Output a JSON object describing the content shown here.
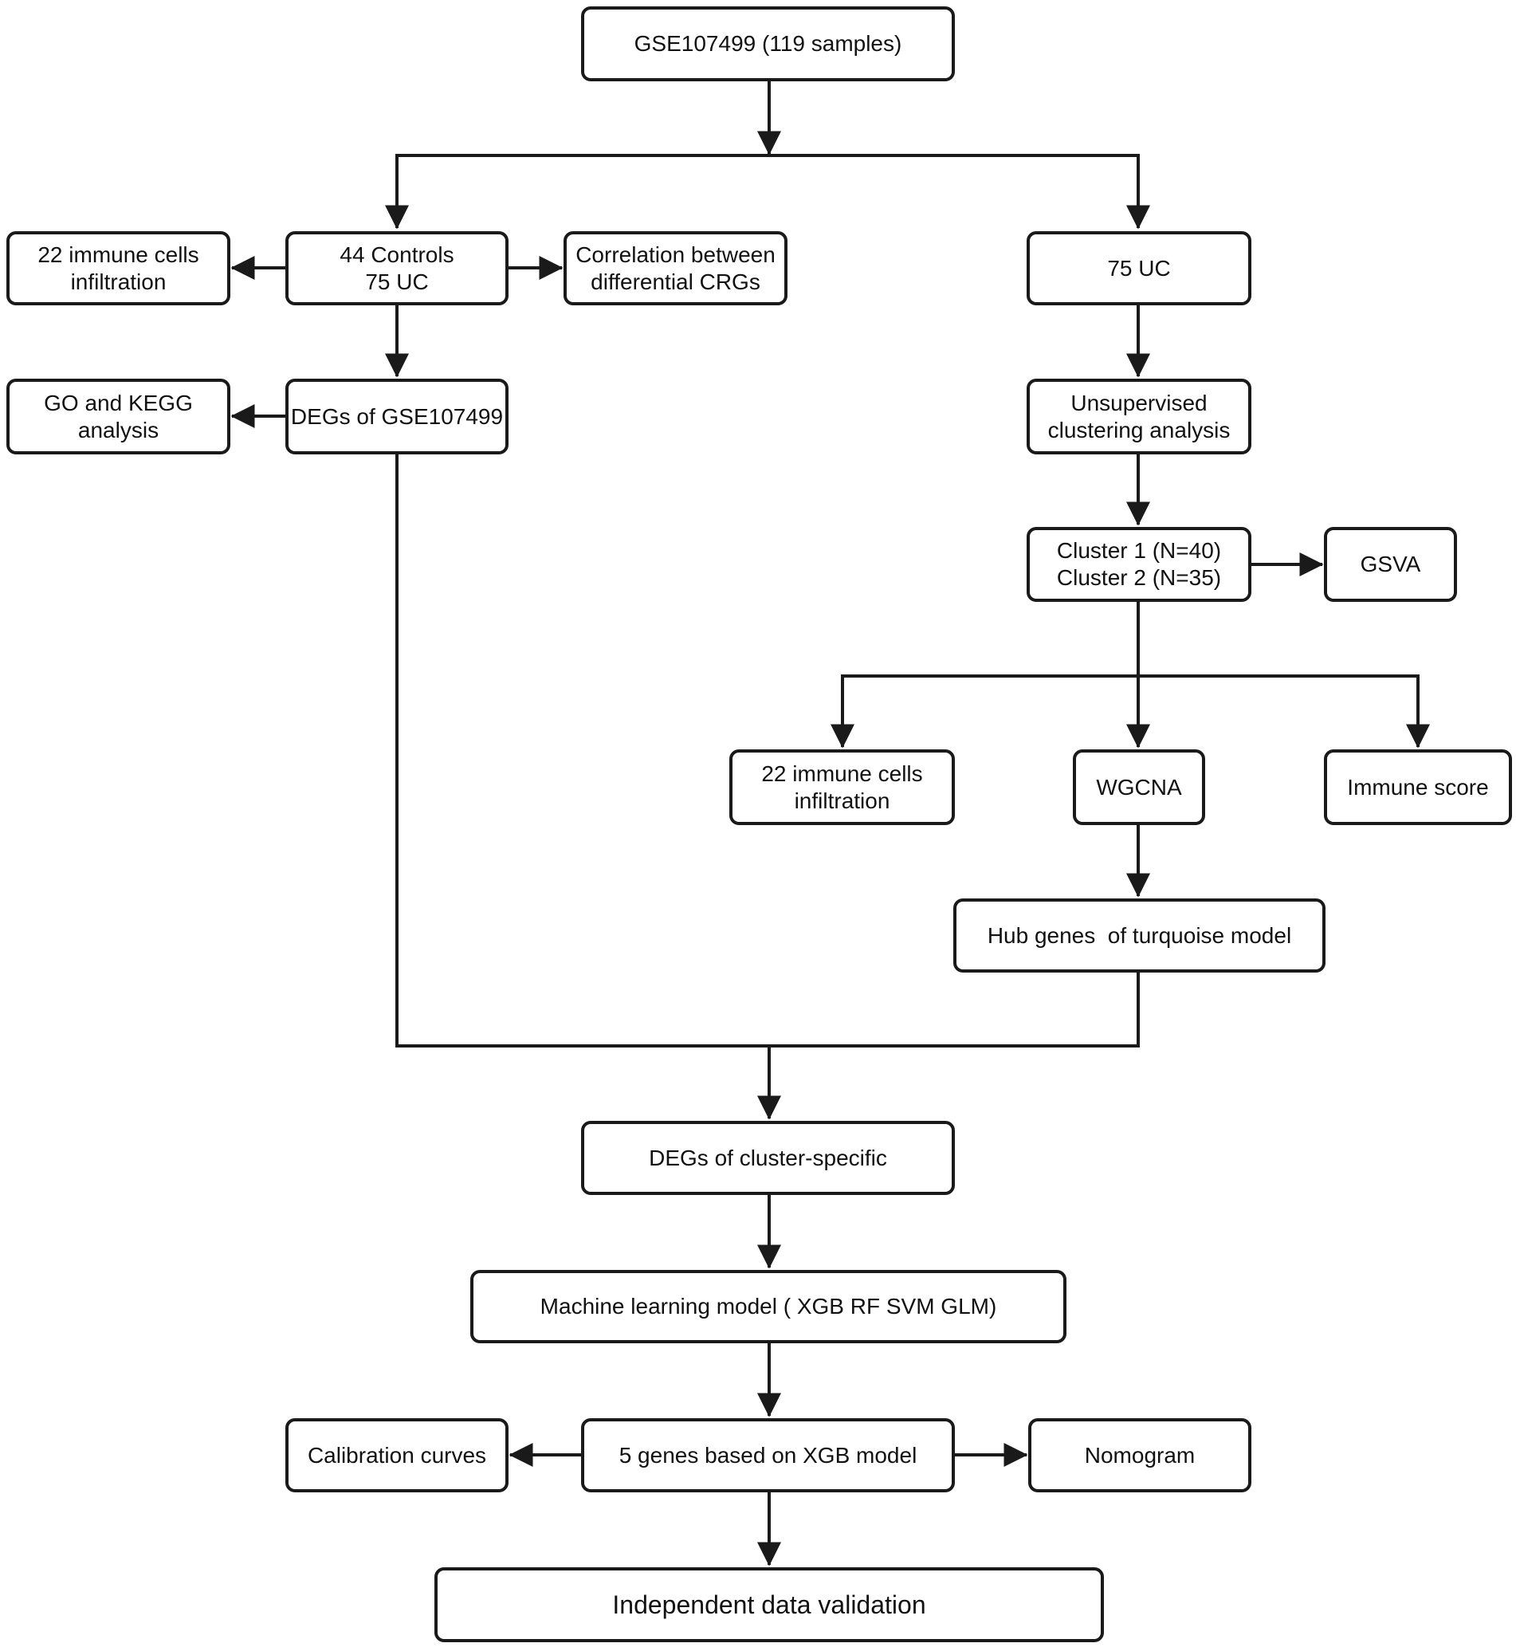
{
  "nodes": {
    "gse": "GSE107499 (119 samples)",
    "groups": [
      "44 Controls",
      "75 UC"
    ],
    "immune_left": [
      "22 immune cells",
      "infiltration"
    ],
    "correlation": [
      "Correlation between",
      "differential CRGs"
    ],
    "uc": "75 UC",
    "go_kegg": [
      "GO and KEGG",
      "analysis"
    ],
    "degs_gse": "DEGs of GSE107499",
    "unsupervised": [
      "Unsupervised",
      "clustering analysis"
    ],
    "clusters": [
      "Cluster 1 (N=40)",
      "Cluster 2 (N=35)"
    ],
    "gsva": "GSVA",
    "immune_mid": [
      "22 immune cells",
      "infiltration"
    ],
    "wgcna": "WGCNA",
    "immune_score": "Immune score",
    "hub_genes": "Hub genes  of turquoise model",
    "degs_cluster": "DEGs of cluster-specific",
    "ml_model": "Machine learning model ( XGB RF SVM GLM)",
    "five_genes": "5 genes based on XGB model",
    "calibration": "Calibration curves",
    "nomogram": "Nomogram",
    "validation": "Independent data validation"
  },
  "colors": {
    "stroke": "#1a1a1a",
    "background": "#ffffff",
    "text": "#111111"
  }
}
